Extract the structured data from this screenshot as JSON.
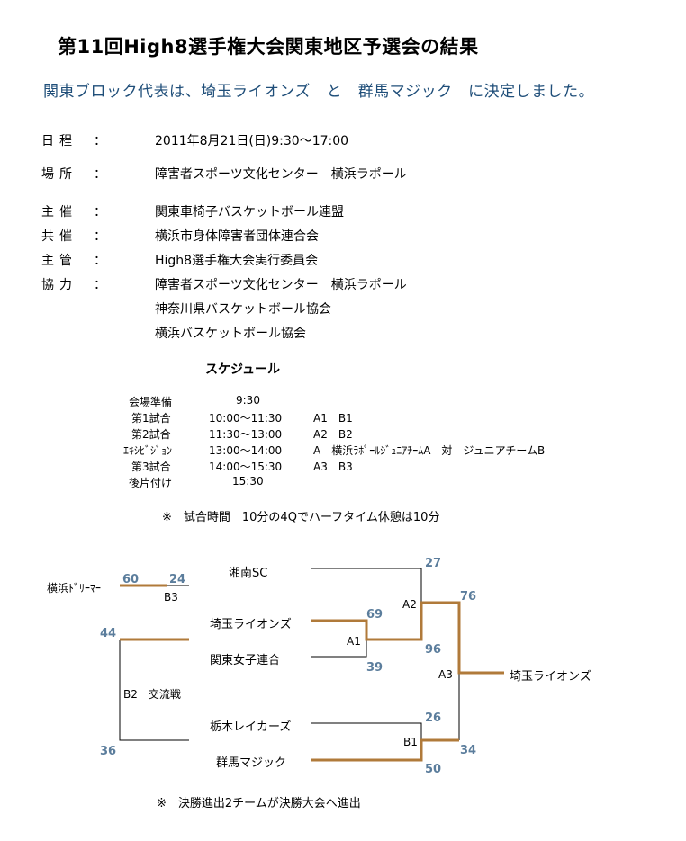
{
  "title": "第11回High8選手権大会関東地区予選会の結果",
  "subtitle": "関東ブロック代表は、埼玉ライオンズ　と　群馬マジック　に決定しました。",
  "info": [
    {
      "label": "日程",
      "value": "2011年8月21日(日)9:30～17:00"
    },
    {
      "label": "場所",
      "value": "障害者スポーツ文化センター　横浜ラポール"
    },
    {
      "label": "主催",
      "value": "関東車椅子バスケットボール連盟"
    },
    {
      "label": "共催",
      "value": "横浜市身体障害者団体連合会"
    },
    {
      "label": "主管",
      "value": "High8選手権大会実行委員会"
    },
    {
      "label": "協力",
      "value": "障害者スポーツ文化センター　横浜ラポール"
    },
    {
      "label": "",
      "value": "神奈川県バスケットボール協会"
    },
    {
      "label": "",
      "value": "横浜バスケットボール協会"
    }
  ],
  "colon": "：",
  "schedule": {
    "title": "スケジュール",
    "rows": [
      {
        "name": "会場準備",
        "time": "9:30",
        "detail": ""
      },
      {
        "name": "第1試合",
        "time": "10:00～11:30",
        "detail": "A1　B1"
      },
      {
        "name": "第2試合",
        "time": "11:30～13:00",
        "detail": "A2　B2"
      },
      {
        "name": "ｴｷｼﾋﾞｼﾞｮﾝ",
        "time": "13:00～14:00",
        "detail": "A　横浜ﾗﾎﾟｰﾙｼﾞｭﾆｱﾁｰﾑA　対　ジュニアチームB"
      },
      {
        "name": "第3試合",
        "time": "14:00～15:30",
        "detail": "A3　B3"
      },
      {
        "name": "後片付け",
        "time": "15:30",
        "detail": ""
      }
    ],
    "note": "※　試合時間　10分の4Qでハーフタイム休憩は10分"
  },
  "bracket": {
    "teams": {
      "shonan": "湘南SC",
      "saitama": "埼玉ライオンズ",
      "kanto": "関東女子連合",
      "tochigi": "栃木レイカーズ",
      "gunma": "群馬マジック",
      "yokohama": "横浜ﾄﾞﾘｰﾏｰ",
      "winner": "埼玉ライオンズ"
    },
    "games": {
      "a1": "A1",
      "a2": "A2",
      "a3": "A3",
      "b1": "B1",
      "b2": "B2　交流戦",
      "b3": "B3"
    },
    "scores": {
      "b3_left": "60",
      "b3_right": "24",
      "a1_top": "69",
      "a1_bottom": "39",
      "a2_top": "27",
      "a2_bottom": "96",
      "a3_top": "76",
      "a3_bottom": "34",
      "b1_top": "26",
      "b1_bottom": "50",
      "b2_top": "44",
      "b2_bottom": "36"
    },
    "colors": {
      "win": "#b07a3a",
      "line": "#000000",
      "score": "#5b7d9c"
    },
    "note": "※　決勝進出2チームが決勝大会へ進出"
  }
}
